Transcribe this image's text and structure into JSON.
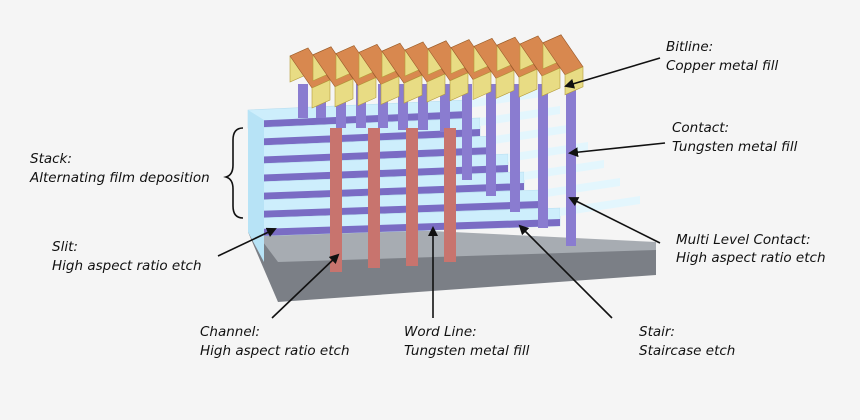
{
  "colors": {
    "background": "#f5f5f5",
    "layer_light": "#cdeefc",
    "layer_dark": "#7a6cc4",
    "channel": "#c8746e",
    "contact": "#8a7cd0",
    "bitline_top": "#d8884f",
    "bitline_side": "#e8dc84",
    "substrate": "#7b7f86"
  },
  "labels": {
    "bitline": {
      "title": "Bitline:",
      "desc": "Copper metal fill"
    },
    "contact": {
      "title": "Contact:",
      "desc": "Tungsten metal fill"
    },
    "stack": {
      "title": "Stack:",
      "desc": "Alternating film deposition"
    },
    "mlc": {
      "title": "Multi Level Contact:",
      "desc": "High aspect ratio etch"
    },
    "slit": {
      "title": "Slit:",
      "desc": "High aspect ratio etch"
    },
    "channel": {
      "title": "Channel:",
      "desc": "High aspect ratio etch"
    },
    "wordline": {
      "title": "Word Line:",
      "desc": "Tungsten metal fill"
    },
    "stair": {
      "title": "Stair:",
      "desc": "Staircase etch"
    }
  }
}
